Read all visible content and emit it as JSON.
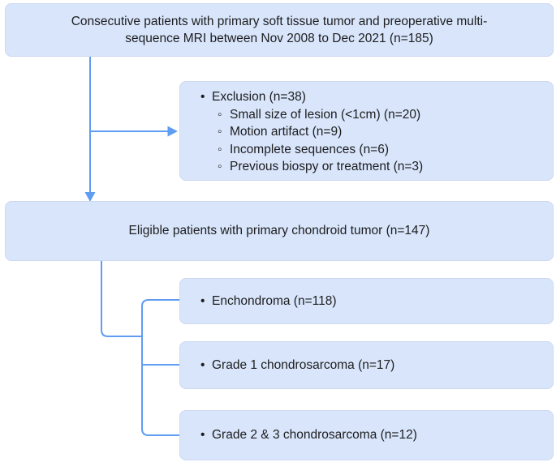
{
  "palette": {
    "box_fill": "#d8e5fa",
    "box_border": "#cdd9f0",
    "line_blue": "#5f9df3",
    "text_color": "#1d1d1f",
    "background": "#ffffff"
  },
  "icons": {
    "bullet_primary": "•",
    "bullet_secondary": "◦"
  },
  "boxes": {
    "top": {
      "text": "Consecutive patients with primary soft tissue tumor and preoperative multi-sequence MRI between Nov 2008 to Dec 2021 (n=185)"
    },
    "exclusion": {
      "title": "Exclusion (n=38)",
      "items": [
        "Small size of lesion (<1cm) (n=20)",
        "Motion artifact (n=9)",
        "Incomplete sequences (n=6)",
        "Previous biospy or treatment (n=3)"
      ]
    },
    "eligible": {
      "text": "Eligible patients with primary chondroid tumor (n=147)"
    },
    "outcomes": [
      {
        "text": "Enchondroma (n=118)"
      },
      {
        "text": "Grade 1 chondrosarcoma (n=17)"
      },
      {
        "text": "Grade 2 & 3 chondrosarcoma (n=12)"
      }
    ]
  }
}
